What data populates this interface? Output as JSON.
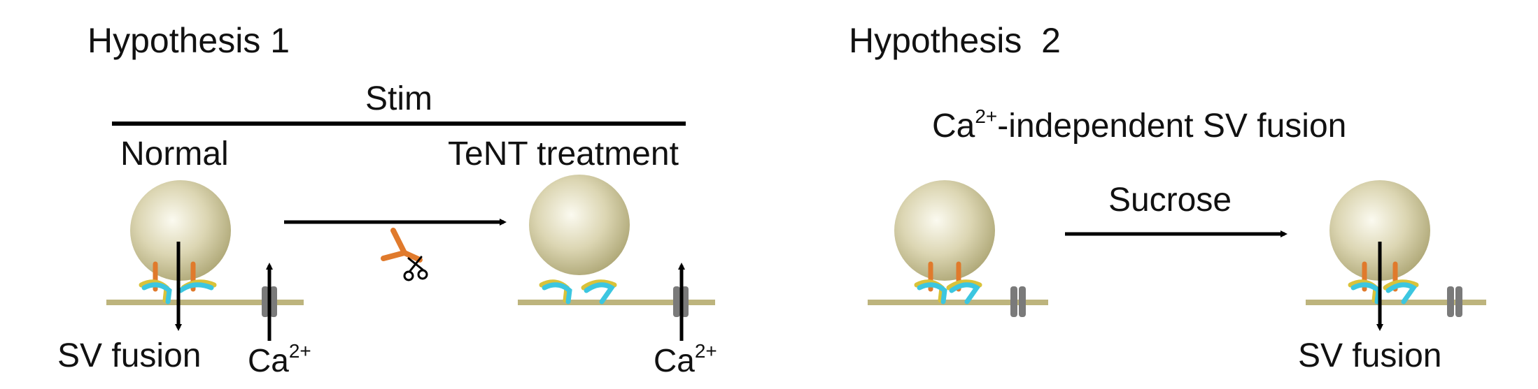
{
  "hypothesis1": {
    "title": "Hypothesis 1",
    "stim_label": "Stim",
    "normal_label": "Normal",
    "tent_label": "TeNT treatment",
    "fusion_label": "SV fusion",
    "ca_label_left": "Ca",
    "ca_label_right": "Ca",
    "ca_superscript": "2+"
  },
  "hypothesis2": {
    "title": "Hypothesis  2",
    "subtitle_prefix": "Ca",
    "subtitle_superscript": "2+",
    "subtitle_suffix": "-independent SV fusion",
    "sucrose_label": "Sucrose",
    "fusion_label": "SV fusion"
  },
  "colors": {
    "membrane": "#bdb47d",
    "vesicle": "#c9c29a",
    "snare_orange": "#e07a2c",
    "snare_cyan": "#3cc6e0",
    "snare_yellow": "#d9c23a",
    "channel": "#7a7a7a",
    "arrow": "#000000"
  },
  "icons": [
    "scissors-icon",
    "tent-toxin-icon",
    "calcium-channel-icon"
  ]
}
